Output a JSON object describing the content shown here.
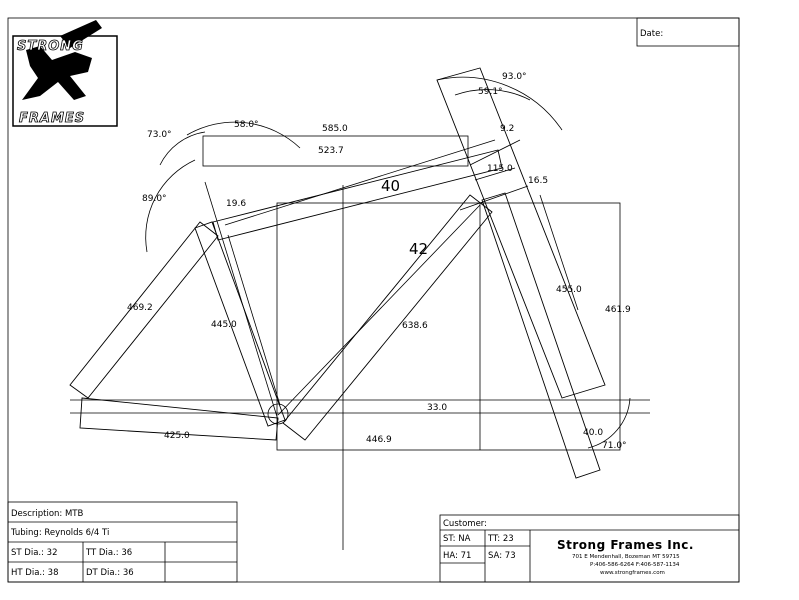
{
  "logo": {
    "line1": "STRONG",
    "line2": "FRAMES"
  },
  "date_label": "Date:",
  "dimensions": {
    "top_tube": "585.0",
    "eff_top_tube": "523.7",
    "head_angle_a": "93.0°",
    "head_angle_b": "59.1°",
    "seat_angle_a": "73.0°",
    "seat_angle_b": "58.0°",
    "seat_angle_c": "89.0°",
    "head_offset_a": "9.2",
    "head_offset_b": "115.0",
    "head_offset_c": "16.5",
    "seat_cluster": "19.6",
    "tt_size": "40",
    "frame_size": "42",
    "seat_stay": "469.2",
    "seat_tube": "445.0",
    "down_tube": "638.6",
    "fork_length": "455.0",
    "stack": "461.9",
    "bb_drop": "33.0",
    "chain_stay": "425.0",
    "reach": "446.9",
    "fork_offset": "40.0",
    "head_angle": "71.0°"
  },
  "spec": {
    "description": "Description: MTB",
    "tubing": "Tubing: Reynolds 6/4 Ti",
    "st_dia": "ST Dia.: 32",
    "tt_dia": "TT Dia.: 36",
    "ht_dia": "HT Dia.: 38",
    "dt_dia": "DT Dia.: 36"
  },
  "customer": {
    "label": "Customer:",
    "st": "ST: NA",
    "tt": "TT: 23",
    "ha": "HA: 71",
    "sa": "SA: 73"
  },
  "company": {
    "name": "Strong Frames Inc.",
    "address": "701 E Mendenhall, Bozeman MT 59715",
    "phone": "P:406-586-6264 F:406-587-1134",
    "web": "www.strongframes.com"
  }
}
